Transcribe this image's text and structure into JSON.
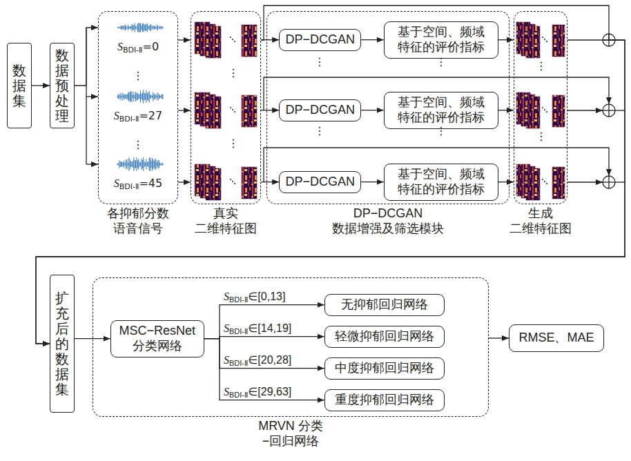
{
  "diagram": {
    "nodes": [
      {
        "text": [
          "数据集"
        ]
      },
      {
        "text": [
          "数据预处理"
        ]
      },
      {
        "text": [
          "各抑郁分数 语音信号"
        ]
      },
      {
        "text": [
          "真实 二维特征图"
        ]
      },
      {
        "text": [
          "DP−DCGAN 数据增强及筛选模块"
        ]
      },
      {
        "text": [
          "DP−DCGAN"
        ],
        "in": 4
      },
      {
        "text": [
          "基于空间、频域 特征的评价指标"
        ],
        "in": 4
      },
      {
        "text": [
          "DP−DCGAN"
        ],
        "in": 4
      },
      {
        "text": [
          "基于空间、频域 特征的评价指标"
        ],
        "in": 4
      },
      {
        "text": [
          "DP−DCGAN"
        ],
        "in": 4
      },
      {
        "text": [
          "基于空间、频域 特征的评价指标"
        ],
        "in": 4
      },
      {
        "text": [
          "生成 二维特征图"
        ]
      },
      {
        "text": [
          "扩充后的数据集"
        ]
      },
      {
        "text": [
          "MRVN 分类−回归网络"
        ]
      },
      {
        "text": [
          "MSC−ResNet 分类网络"
        ],
        "in": 13
      },
      {
        "text": [
          "无抑郁回归网络"
        ],
        "in": 13
      },
      {
        "text": [
          "轻微抑郁回归网络"
        ],
        "in": 13
      },
      {
        "text": [
          "中度抑郁回归网络"
        ],
        "in": 13
      },
      {
        "text": [
          "重度抑郁回归网络"
        ],
        "in": 13
      },
      {
        "text": [
          "RMSE、MAE"
        ]
      }
    ],
    "edges": [
      {
        "from": 0,
        "to": 1,
        "arrow": "to"
      },
      {
        "from": 1,
        "to": 2,
        "arrow": "to"
      },
      {
        "from": 2,
        "to": 3,
        "arrow": "to"
      },
      {
        "from": 3,
        "to": 5,
        "arrow": "to"
      },
      {
        "from": 3,
        "to": 7,
        "arrow": "to"
      },
      {
        "from": 3,
        "to": 9,
        "arrow": "to"
      },
      {
        "from": 5,
        "to": 6,
        "arrow": "to"
      },
      {
        "from": 7,
        "to": 8,
        "arrow": "to"
      },
      {
        "from": 9,
        "to": 10,
        "arrow": "to"
      },
      {
        "from": 6,
        "to": 11,
        "arrow": "to"
      },
      {
        "from": 8,
        "to": 11,
        "arrow": "to"
      },
      {
        "from": 10,
        "to": 11,
        "arrow": "to"
      },
      {
        "from": 3,
        "to": 12,
        "arrow": "to"
      },
      {
        "from": 11,
        "to": 12,
        "arrow": "to"
      },
      {
        "from": 12,
        "to": 14,
        "arrow": "to"
      },
      {
        "from": 14,
        "to": 15,
        "label": "SBDI-Ⅱ∈[0,13]",
        "arrow": "to"
      },
      {
        "from": 14,
        "to": 16,
        "label": "SBDI-Ⅱ∈[14,19]",
        "arrow": "to"
      },
      {
        "from": 14,
        "to": 17,
        "label": "SBDI-Ⅱ∈[20,28]",
        "arrow": "to"
      },
      {
        "from": 14,
        "to": 18,
        "label": "SBDI-Ⅱ∈[29,63]",
        "arrow": "to"
      },
      {
        "from": 13,
        "to": 19,
        "arrow": "to"
      }
    ],
    "labels": [
      "SBDI-Ⅱ=0",
      "⋮",
      "SBDI-Ⅱ=27",
      "⋮",
      "SBDI-Ⅱ=45",
      "⋮",
      "⋮",
      "⋮",
      "⋮",
      "⋮",
      "⋮",
      "⋮",
      "⋮"
    ]
  }
}
